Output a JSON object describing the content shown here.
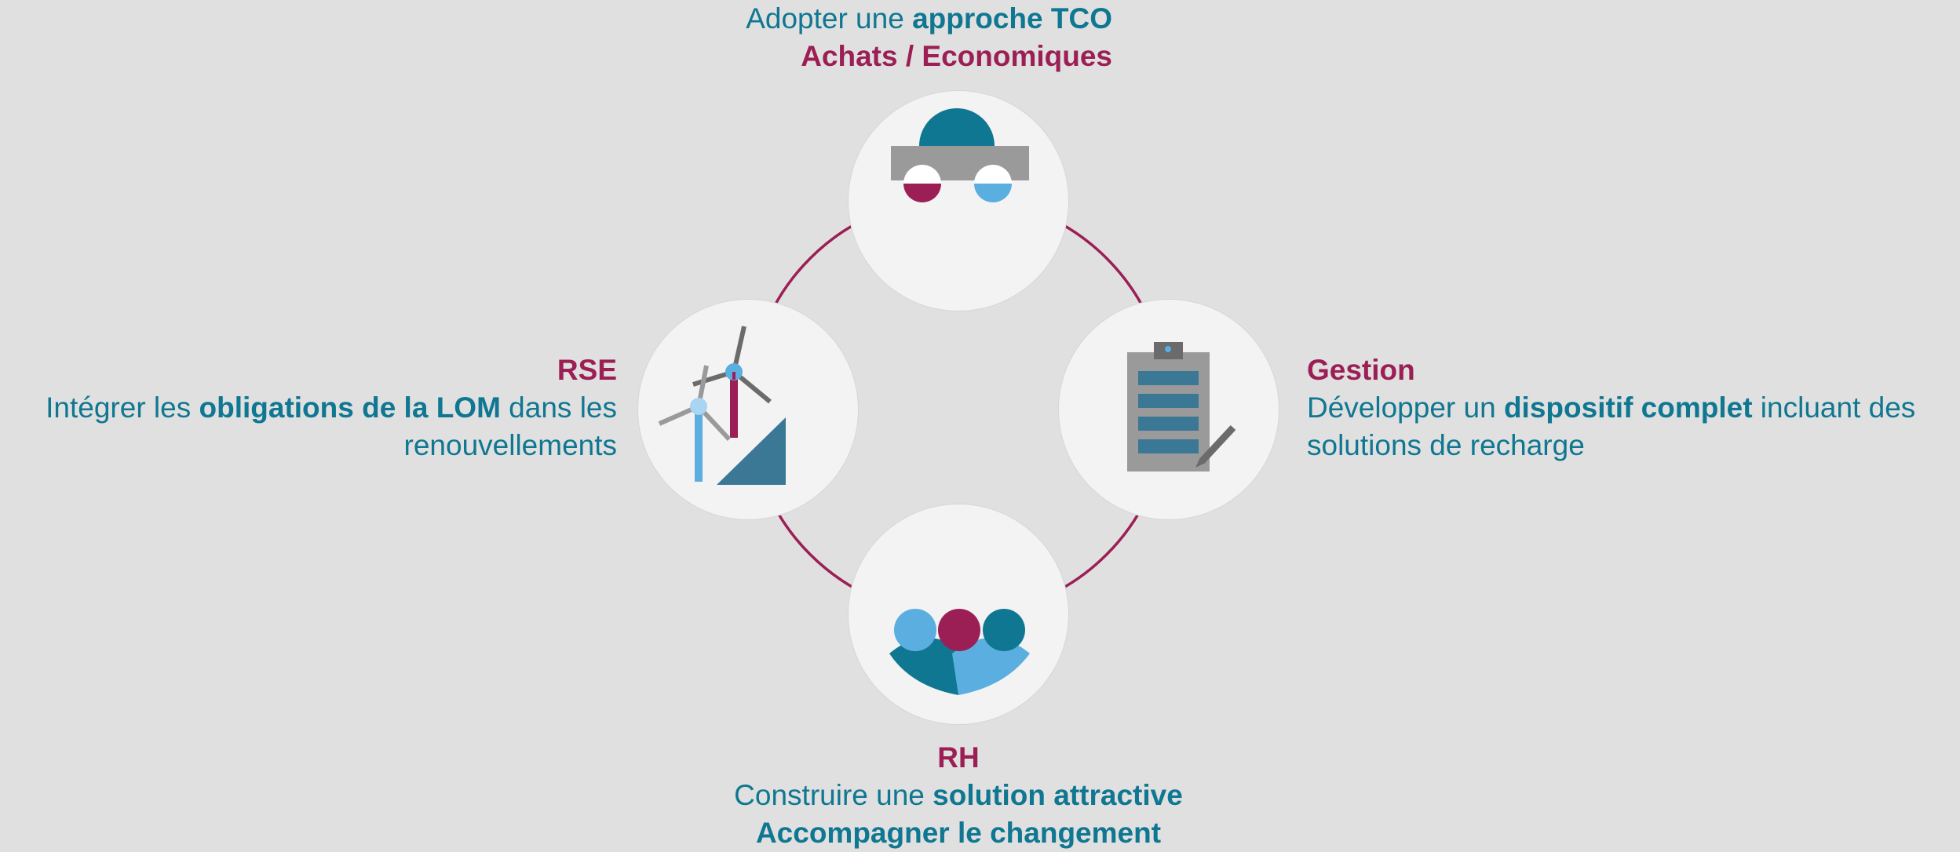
{
  "colors": {
    "background": "#e0e0e0",
    "circle": "#f3f3f3",
    "teal": "#0f7791",
    "magenta": "#9b1f55",
    "light_blue": "#5aaee0",
    "gray": "#9a9a9a",
    "dark_gray": "#6b6b6b"
  },
  "top": {
    "line1_normal": "Adopter une ",
    "line1_bold": "approche TCO",
    "line2": "Achats / Economiques",
    "icon": "car-icon"
  },
  "left": {
    "title": "RSE",
    "line1_normal": "Intégrer les ",
    "line1_bold": "obligations de la LOM",
    "line1_end": " dans les",
    "line2": "renouvellements",
    "icon": "wind-turbine-icon"
  },
  "right": {
    "title": "Gestion",
    "line1_normal": "Développer un ",
    "line1_bold": "dispositif complet",
    "line1_end": " incluant des",
    "line2": "solutions de recharge",
    "icon": "clipboard-icon"
  },
  "bottom": {
    "title": "RH",
    "line1_normal": "Construire une ",
    "line1_bold": "solution attractive",
    "line2": "Accompagner le changement",
    "icon": "people-group-icon"
  }
}
